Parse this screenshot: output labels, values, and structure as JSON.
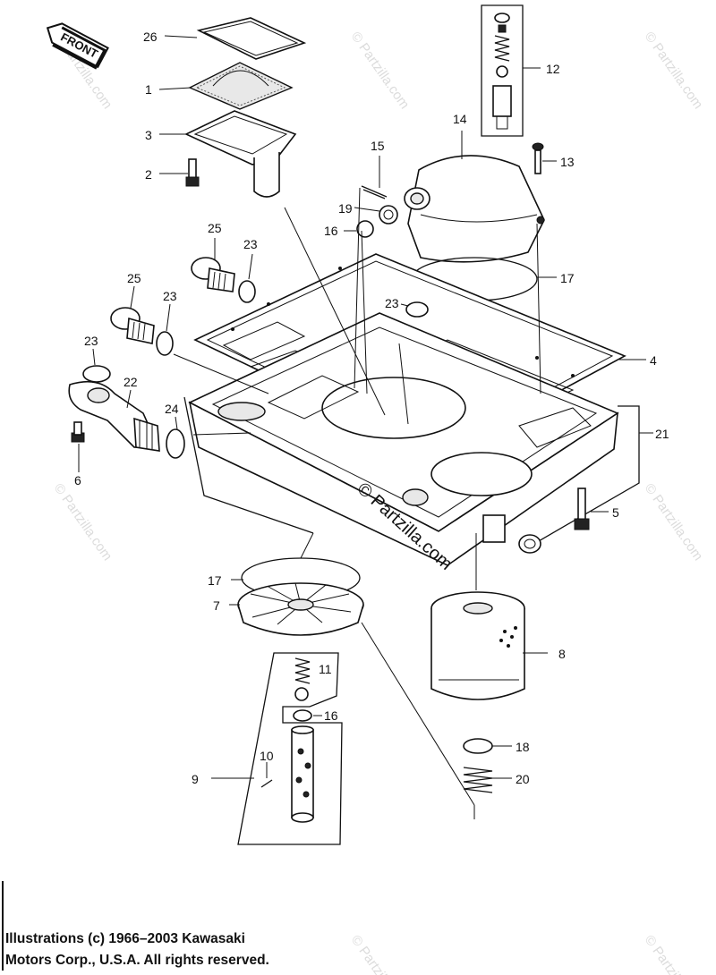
{
  "front_badge": "FRONT",
  "watermarks": [
    "© Partzilla.com",
    "© Partzilla.com",
    "© Partzilla.com",
    "© Partzilla.com",
    "© Partzilla.com",
    "© Partzilla.com",
    "© Partzilla.com"
  ],
  "center_watermark": "© Partzilla.com",
  "callouts": {
    "c1": "1",
    "c2": "2",
    "c3": "3",
    "c4": "4",
    "c5": "5",
    "c6": "6",
    "c7": "7",
    "c8": "8",
    "c9": "9",
    "c10": "10",
    "c11": "11",
    "c12": "12",
    "c13": "13",
    "c14": "14",
    "c15": "15",
    "c16a": "16",
    "c16b": "16",
    "c17a": "17",
    "c17b": "17",
    "c18": "18",
    "c19": "19",
    "c20": "20",
    "c21": "21",
    "c22": "22",
    "c23a": "23",
    "c23b": "23",
    "c23c": "23",
    "c23d": "23",
    "c24": "24",
    "c25a": "25",
    "c25b": "25",
    "c26": "26"
  },
  "copyright": {
    "line1": "Illustrations (c) 1966–2003 Kawasaki",
    "line2": "Motors Corp., U.S.A.  All rights reserved."
  }
}
